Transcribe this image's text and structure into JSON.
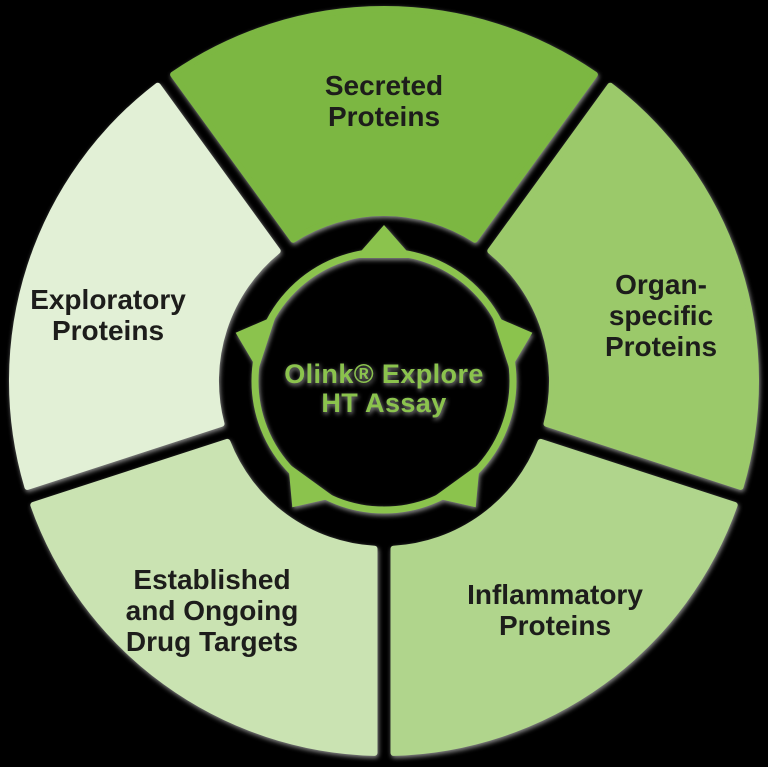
{
  "background_color": "#000000",
  "diagram": {
    "title_semantic": "Olink Explore HT Assay protein categories wheel",
    "center_label": {
      "lines": [
        "Olink® Explore",
        "HT Assay"
      ],
      "color": "#8bc34d"
    },
    "ring_color": "#8bc34d",
    "arrow_color": "#8bc34d",
    "label_color": "#1d1d1b",
    "shadow_color": "#9b9b9b",
    "segments": [
      {
        "id": "secreted-proteins",
        "label_lines": [
          "Secreted",
          "Proteins"
        ],
        "color": "#7cb742"
      },
      {
        "id": "organ-specific-proteins",
        "label_lines": [
          "Organ-",
          "specific",
          "Proteins"
        ],
        "color": "#9bc96a"
      },
      {
        "id": "inflammatory-proteins",
        "label_lines": [
          "Inflammatory",
          "Proteins"
        ],
        "color": "#b0d58c"
      },
      {
        "id": "established-and-ongoing-drug-targets",
        "label_lines": [
          "Established",
          "and Ongoing",
          "Drug Targets"
        ],
        "color": "#cae3b2"
      },
      {
        "id": "exploratory-proteins",
        "label_lines": [
          "Exploratory",
          "Proteins"
        ],
        "color": "#e2f0d6"
      }
    ]
  }
}
